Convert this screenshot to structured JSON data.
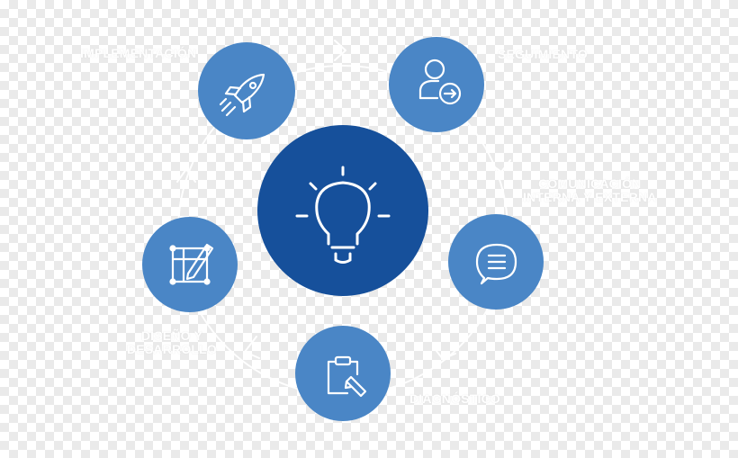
{
  "colors": {
    "center_fill": "#16509b",
    "node_fill": "#4a86c6",
    "ring_stroke": "#ffffff",
    "icon_stroke": "#ffffff",
    "label_text": "#ffffff"
  },
  "center": {
    "icon": "lightbulb-icon"
  },
  "stages": {
    "implementacion": {
      "label": "IMPLEMENTACIÓN",
      "icon": "rocket-icon"
    },
    "seguimiento": {
      "label": "SEGUIMIENTO",
      "icon": "user-arrow-icon"
    },
    "comunicacion": {
      "label_line1": "COMUNICACIÓN",
      "label_line2": "INTERNA Y EXTERNA",
      "icon": "chat-bubble-icon"
    },
    "diagnostico": {
      "label": "DIAGNÓSTICO",
      "icon": "clipboard-icon"
    },
    "diseno": {
      "label_line1": "DISEÑO Y",
      "label_line2": "DESARROLLO",
      "icon": "design-grid-icon"
    }
  }
}
